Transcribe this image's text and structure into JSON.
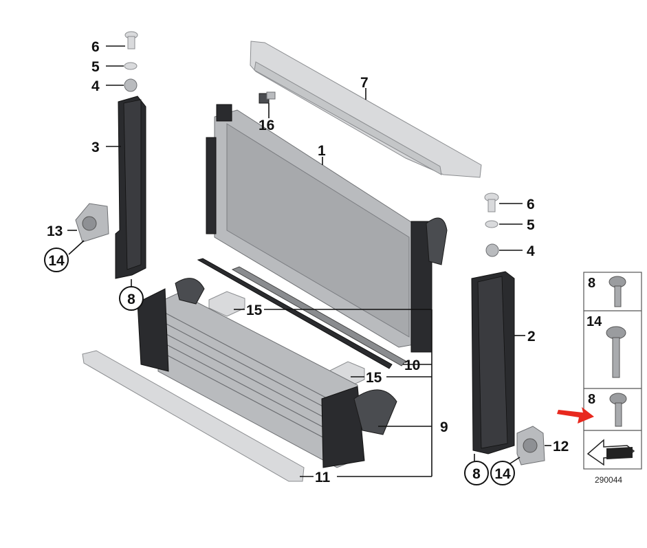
{
  "callouts": {
    "p1": "1",
    "p2": "2",
    "p3": "3",
    "p4a": "4",
    "p4b": "4",
    "p5a": "5",
    "p5b": "5",
    "p6a": "6",
    "p6b": "6",
    "p7": "7",
    "p8a": "8",
    "p8b": "8",
    "p9": "9",
    "p10": "10",
    "p11": "11",
    "p12": "12",
    "p13": "13",
    "p14a": "14",
    "p14b": "14",
    "p15a": "15",
    "p15b": "15",
    "p16": "16"
  },
  "side_panel": {
    "row1_label": "8",
    "row2_label": "14",
    "row3_label": "8"
  },
  "diagram_code": "290044",
  "colors": {
    "callout_text": "#111111",
    "part_dark": "#2a2b2e",
    "part_light": "#b9bbbe",
    "arrow": "#e8281e"
  }
}
